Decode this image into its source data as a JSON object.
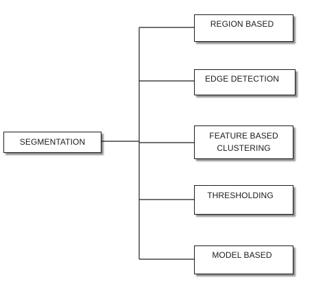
{
  "diagram": {
    "root": {
      "label": "SEGMENTATION"
    },
    "branches": [
      {
        "label": "REGION BASED"
      },
      {
        "label": "EDGE DETECTION"
      },
      {
        "label": "FEATURE BASED\nCLUSTERING"
      },
      {
        "label": "THRESHOLDING"
      },
      {
        "label": "MODEL BASED"
      }
    ]
  },
  "colors": {
    "line": "#1a1a1a",
    "box_border": "#1a1a1a",
    "text": "#1a1a1a",
    "background": "#ffffff"
  }
}
